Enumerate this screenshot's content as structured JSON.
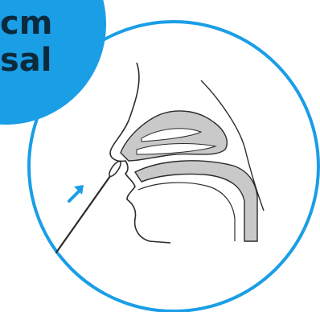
{
  "badge": {
    "line1": "cm",
    "line2": "sal",
    "color": "#1a9ee6",
    "text_color": "#0b2a3c"
  },
  "illustration": {
    "ring_color": "#1a9ee6",
    "arrow_color": "#1a9ee6",
    "line_color": "#2b2b2b",
    "cavity_fill": "#c9c9c9",
    "icon": "nasal-swab-illustration"
  }
}
